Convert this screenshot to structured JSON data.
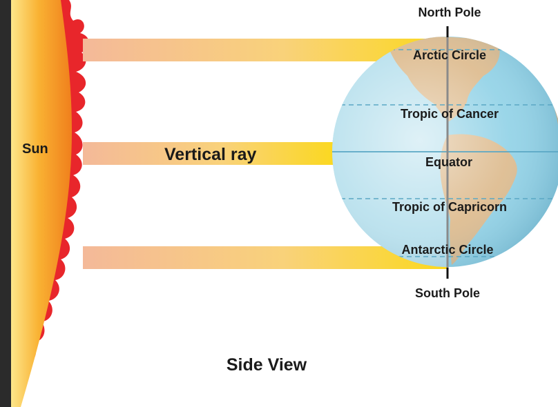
{
  "labels": {
    "sun": "Sun",
    "vertical_ray": "Vertical ray",
    "north_pole": "North Pole",
    "south_pole": "South Pole",
    "arctic_circle": "Arctic Circle",
    "tropic_of_cancer": "Tropic of Cancer",
    "equator": "Equator",
    "tropic_of_capricorn": "Tropic of Capricorn",
    "antarctic_circle": "Antarctic Circle",
    "view_title": "Side View"
  },
  "colors": {
    "sun_core": "#f7a31d",
    "sun_flare": "#e8262b",
    "ray": "#fbd81e",
    "ocean": "#8fd1e6",
    "land": "#dcb98b",
    "background_frame": "#2b2b2b"
  }
}
